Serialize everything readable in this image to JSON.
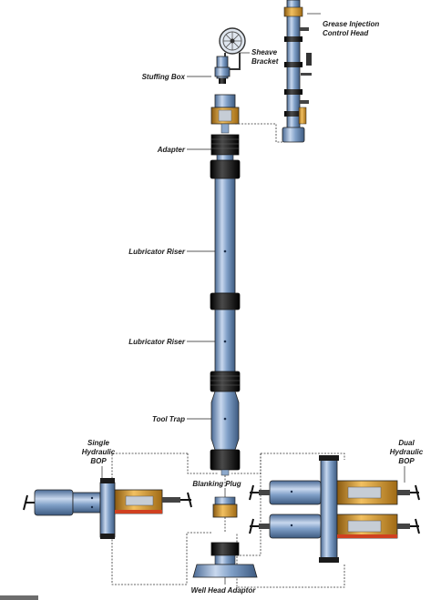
{
  "labels": {
    "grease_injection_line1": "Grease Injection",
    "grease_injection_line2": "Control Head",
    "sheave_line1": "Sheave",
    "sheave_line2": "Bracket",
    "stuffing_box": "Stuffing Box",
    "adapter": "Adapter",
    "lubricator_riser_1": "Lubricator Riser",
    "lubricator_riser_2": "Lubricator Riser",
    "tool_trap": "Tool Trap",
    "single_bop_line1": "Single",
    "single_bop_line2": "Hydraulic",
    "single_bop_line3": "BOP",
    "dual_bop_line1": "Dual",
    "dual_bop_line2": "Hydraulic",
    "dual_bop_line3": "BOP",
    "blanking_plug": "Blanking Plug",
    "well_head_adaptor": "Well Head Adaptor"
  },
  "colors": {
    "steel_blue": "#7f9fc7",
    "steel_dark": "#3d5a80",
    "steel_light": "#c8d8ee",
    "brass": "#d79a2a",
    "brass_dark": "#8a5a10",
    "band_black": "#1b1b1b",
    "outline": "#222222"
  }
}
